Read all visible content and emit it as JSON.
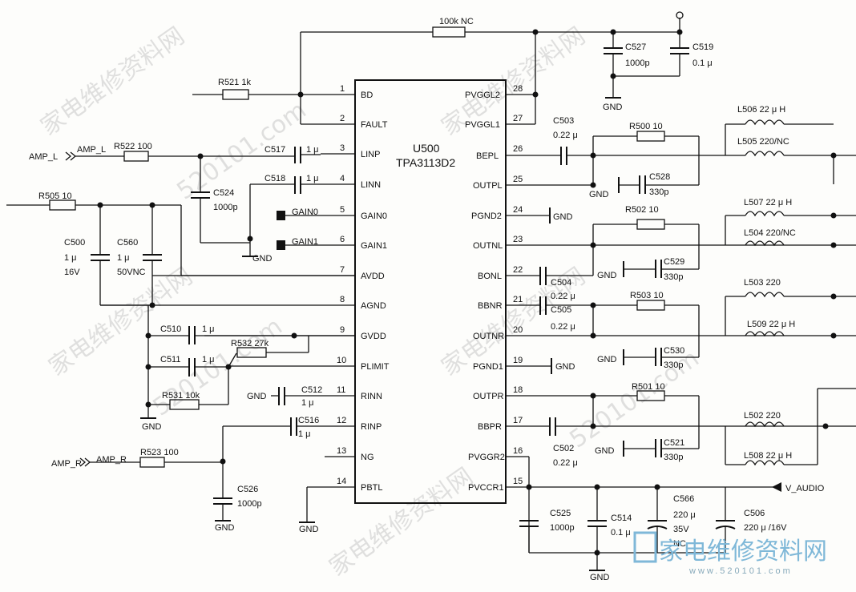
{
  "ic": {
    "ref": "U500",
    "part": "TPA3113D2"
  },
  "left_pins": [
    {
      "num": "1",
      "name": "BD"
    },
    {
      "num": "2",
      "name": "FAULT"
    },
    {
      "num": "3",
      "name": "LINP"
    },
    {
      "num": "4",
      "name": "LINN"
    },
    {
      "num": "5",
      "name": "GAIN0"
    },
    {
      "num": "6",
      "name": "GAIN1"
    },
    {
      "num": "7",
      "name": "AVDD"
    },
    {
      "num": "8",
      "name": "AGND"
    },
    {
      "num": "9",
      "name": "GVDD"
    },
    {
      "num": "10",
      "name": "PLIMIT"
    },
    {
      "num": "11",
      "name": "RINN"
    },
    {
      "num": "12",
      "name": "RINP"
    },
    {
      "num": "13",
      "name": "NG"
    },
    {
      "num": "14",
      "name": "PBTL"
    }
  ],
  "right_pins": [
    {
      "num": "28",
      "name": "PVGGL2"
    },
    {
      "num": "27",
      "name": "PVGGL1"
    },
    {
      "num": "26",
      "name": "BEPL"
    },
    {
      "num": "25",
      "name": "OUTPL"
    },
    {
      "num": "24",
      "name": "PGND2"
    },
    {
      "num": "23",
      "name": "OUTNL"
    },
    {
      "num": "22",
      "name": "BONL"
    },
    {
      "num": "21",
      "name": "BBNR"
    },
    {
      "num": "20",
      "name": "OUTNR"
    },
    {
      "num": "19",
      "name": "PGND1"
    },
    {
      "num": "18",
      "name": "OUTPR"
    },
    {
      "num": "17",
      "name": "BBPR"
    },
    {
      "num": "16",
      "name": "PVGGR2"
    },
    {
      "num": "15",
      "name": "PVCCR1"
    }
  ],
  "labels": {
    "r100k": "100k NC",
    "c527": "C527",
    "c527v": "1000p",
    "c519": "C519",
    "c519v": "0.1 μ",
    "r521": "R521 1k",
    "amp_l_in": "AMP_L",
    "amp_l_net": "AMP_L",
    "r522": "R522 100",
    "c517": "C517",
    "c517v": "1 μ",
    "c518": "C518",
    "c518v": "1 μ",
    "c524": "C524",
    "c524v": "1000p",
    "r505": "R505 10",
    "c500": "C500",
    "c500v": "1 μ",
    "c500v2": "16V",
    "c560": "C560",
    "c560v": "1 μ",
    "c560v2": "50VNC",
    "gain0": "GAIN0",
    "gain1": "GAIN1",
    "c510": "C510",
    "c510v": "1 μ",
    "c511": "C511",
    "c511v": "1 μ",
    "r532": "R532 27k",
    "r531": "R531 10k",
    "c512": "C512",
    "c512v": "1 μ",
    "c516": "C516",
    "c516v": "1 μ",
    "amp_r_in": "AMP_R",
    "amp_r_net": "AMP_R",
    "r523": "R523 100",
    "c526": "C526",
    "c526v": "1000p",
    "gnd": "GND",
    "c503": "C503",
    "c503v": "0.22 μ",
    "r500": "R500 10",
    "l506": "L506 22 μ H",
    "l505": "L505 220/NC",
    "c528": "C528",
    "c528v": "330p",
    "r502": "R502 10",
    "l507": "L507 22 μ H",
    "l504": "L504 220/NC",
    "c529": "C529",
    "c529v": "330p",
    "c504": "C504",
    "c504v": "0.22 μ",
    "c505": "C505",
    "c505v": "0.22 μ",
    "r503": "R503 10",
    "l503": "L503 220",
    "l509": "L509 22 μ H",
    "c530": "C530",
    "c530v": "330p",
    "r501": "R501 10",
    "l502": "L502 220",
    "l508": "L508 22 μ H",
    "c502": "C502",
    "c502v": "0.22 μ",
    "c521": "C521",
    "c521v": "330p",
    "v_audio": "V_AUDIO",
    "c525": "C525",
    "c525v": "1000p",
    "c514": "C514",
    "c514v": "0.1 μ",
    "c566": "C566",
    "c566v": "220 μ",
    "c566v2": "35V",
    "c566v3": "NC",
    "c506": "C506",
    "c506v": "220 μ /16V"
  },
  "watermarks": {
    "site_cn": "家电维修资料网",
    "site_url": "520101.com"
  },
  "logo": {
    "text": "家电维修资料网",
    "url": "www.520101.com"
  },
  "colors": {
    "ink": "#111111",
    "logo": "#7fb8d8",
    "watermark": "#c8c8c8"
  }
}
